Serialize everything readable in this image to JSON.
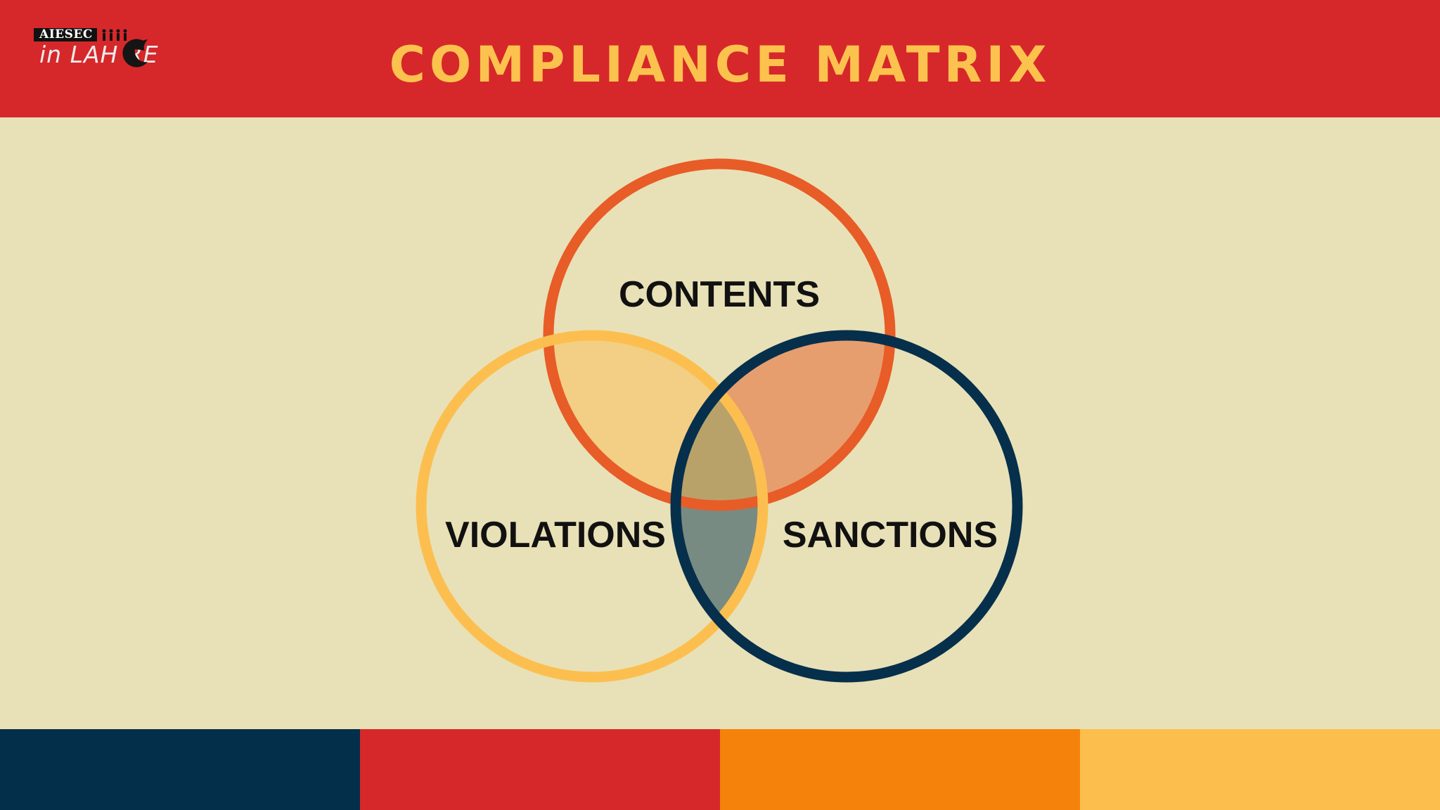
{
  "slide": {
    "title": "COMPLIANCE MATRIX",
    "logo": {
      "top_text": "AIESEC",
      "bottom_text": "in LAH RE"
    }
  },
  "venn": {
    "circles": [
      {
        "label": "CONTENTS",
        "color": "#e85c27"
      },
      {
        "label": "VIOLATIONS",
        "color": "#fcbf4f"
      },
      {
        "label": "SANCTIONS",
        "color": "#062f4b"
      }
    ],
    "overlap_colors": {
      "contents_violations": "#f2cf84",
      "contents_sanctions": "#e79e6e",
      "violations_sanctions": "#788b82",
      "all_three": "#b8a26a"
    }
  },
  "colors": {
    "header_bg": "#d6282a",
    "title": "#fcc24e",
    "background": "#e8e1b7",
    "footer": [
      "#032f4b",
      "#d6282a",
      "#f5820b",
      "#fcbf4d"
    ]
  }
}
